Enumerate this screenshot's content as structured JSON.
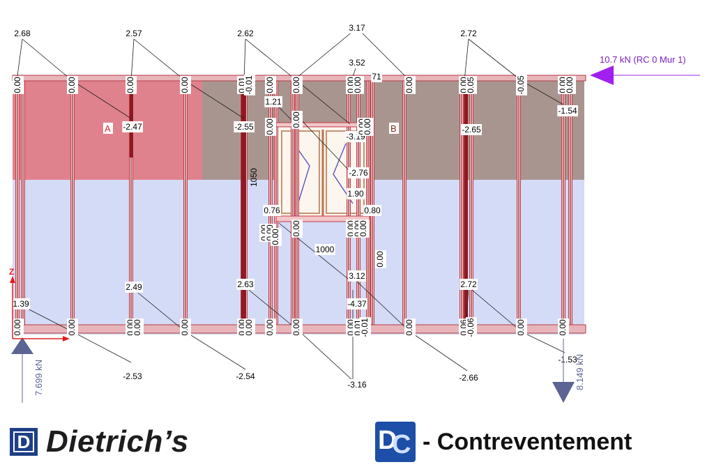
{
  "panels": [
    {
      "letter": "A",
      "color": "#d62828"
    },
    {
      "letter": "B",
      "color": "#8c2a1c"
    }
  ],
  "dimensions": {
    "window_height": "1050",
    "window_width": "1000"
  },
  "loads": {
    "horizontal": "10.7 kN (RC 0 Mur 1)",
    "left_reaction": "7.699 kN",
    "right_reaction": "8.149 kN",
    "load_color": "#a020f0",
    "reaction_color": "#5c6494"
  },
  "axis": {
    "z": "Z"
  },
  "top_labels": [
    "2.68",
    "2.57",
    "2.62",
    "3.17",
    "3.52",
    "2.72"
  ],
  "top_stud_values": [
    "0.00",
    "0.00",
    "0.00",
    "0.00",
    "0.01",
    "-0.01",
    "0.00",
    "0.00",
    "0.00",
    "0.00",
    "0.00",
    "0.00",
    "0.05",
    "-0.05",
    "0.00",
    "0.00"
  ],
  "upper_labels": [
    "-2.47",
    "-2.55",
    "1.21",
    "0.00",
    "-2.65",
    "-1.54",
    "0.00",
    "-3.19",
    "0.00",
    "0.00",
    "-2.76",
    "1.90",
    "0.76",
    "0.80",
    "71"
  ],
  "window_sill_values": [
    "0.00",
    "0.00",
    "0.00",
    "0.00",
    "0.00",
    "0.00",
    "0.00"
  ],
  "mid_labels": [
    "1000",
    "0.00",
    "2.49",
    "2.63",
    "3.12",
    "2.72",
    "-4.37",
    "1.39"
  ],
  "bottom_stud_values": [
    "0.00",
    "0.00",
    "0.00",
    "0.00",
    "0.00",
    "0.00",
    "0.00",
    "0.00",
    "0.00",
    "0.00",
    "0.01",
    "-0.01",
    "0.00",
    "0.06",
    "-0.06",
    "0.00",
    "0.00"
  ],
  "bottom_labels": [
    "-2.53",
    "-2.54",
    "-3.16",
    "-2.66",
    "-1.53"
  ],
  "brands": {
    "dietrichs": "Dietrich’s",
    "dc_suffix": "- Contreventement",
    "d_letter": "D",
    "dc_d": "D",
    "dc_c": "C"
  }
}
